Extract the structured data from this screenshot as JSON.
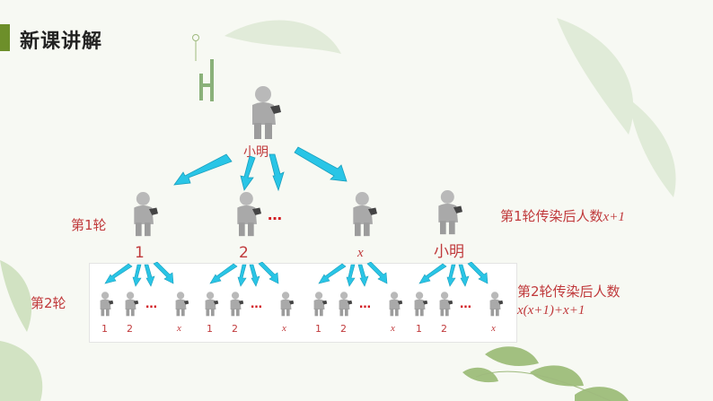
{
  "header": {
    "title": "新课讲解"
  },
  "diagram": {
    "root_label": "小明",
    "round1_label": "第1轮",
    "round2_label": "第2轮",
    "round1_group_labels": [
      "1",
      "2",
      "x",
      "小明"
    ],
    "round1_result": "第1轮传染后人数x+1",
    "round1_result_prefix": "第1轮传染后人数",
    "round1_result_expr": "x+1",
    "round2_result_line1": "第2轮传染后人数",
    "round2_result_line2": "x(x+1)+x+1",
    "ellipsis": "…",
    "bottom_labels": [
      "1",
      "2",
      "x",
      "1",
      "2",
      "x",
      "1",
      "2",
      "x",
      "1",
      "2",
      "x"
    ]
  },
  "colors": {
    "accent": "#6d8f2a",
    "label_red": "#c0393b",
    "arrow_cyan": "#29c5e6",
    "dots_red": "#d21c22"
  }
}
